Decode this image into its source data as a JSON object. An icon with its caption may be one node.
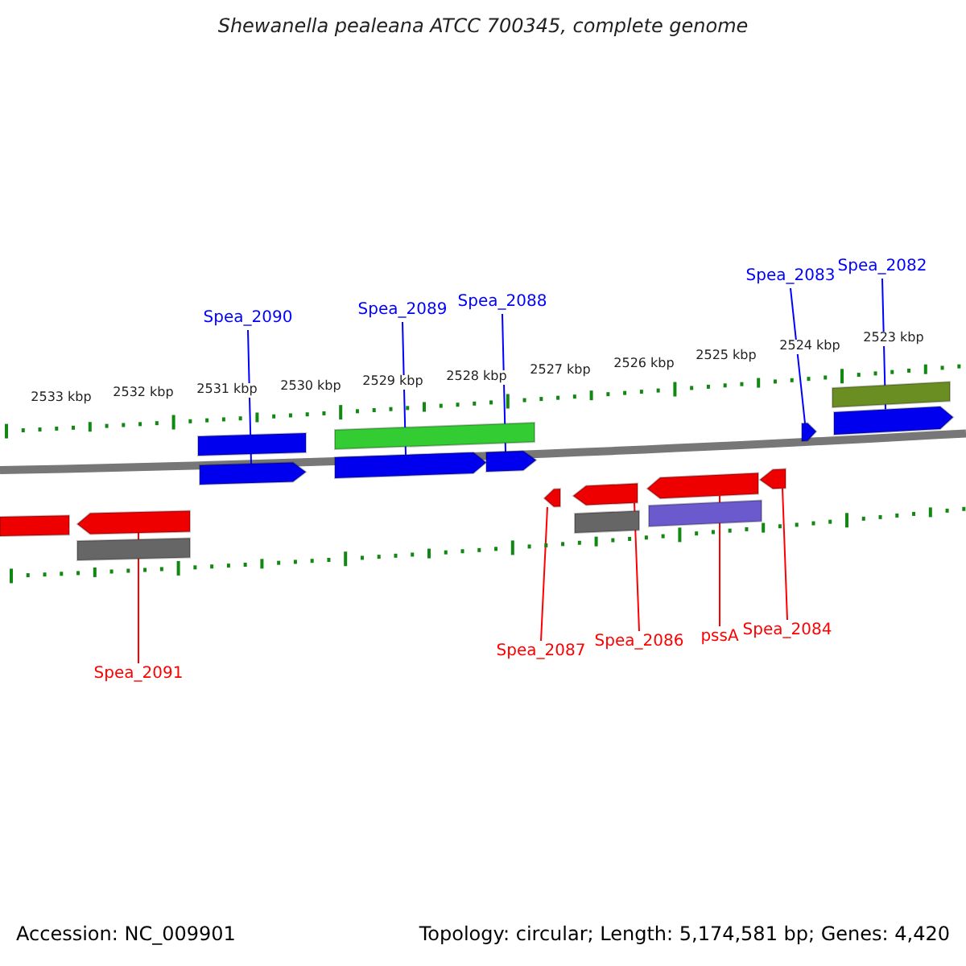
{
  "diagram": {
    "title": "Shewanella pealeana ATCC 700345, complete genome",
    "nodes": [
      {
        "text": [
          "Spea_2090"
        ]
      },
      {
        "text": [
          "Spea_2089"
        ]
      },
      {
        "text": [
          "Spea_2088"
        ]
      },
      {
        "text": [
          "Spea_2083"
        ]
      },
      {
        "text": [
          "Spea_2082"
        ]
      },
      {
        "text": [],
        "shape": "bar"
      },
      {
        "text": [],
        "shape": "bar"
      },
      {
        "text": [],
        "shape": "bar"
      },
      {
        "text": [],
        "shape": "arrow"
      },
      {
        "text": [],
        "shape": "arrow"
      },
      {
        "text": [],
        "shape": "arrow"
      },
      {
        "text": [],
        "shape": "arrow"
      },
      {
        "text": [],
        "shape": "arrow"
      },
      {
        "text": [],
        "shape": "bar"
      },
      {
        "text": [],
        "shape": "arrow"
      },
      {
        "text": [],
        "shape": "arrow"
      },
      {
        "text": [],
        "shape": "arrow"
      },
      {
        "text": [],
        "shape": "arrow"
      },
      {
        "text": [],
        "shape": "arrow"
      },
      {
        "text": [],
        "shape": "bar"
      },
      {
        "text": [],
        "shape": "bar"
      },
      {
        "text": [],
        "shape": "bar"
      },
      {
        "text": [
          "Spea_2091"
        ]
      },
      {
        "text": [
          "Spea_2087"
        ]
      },
      {
        "text": [
          "Spea_2086"
        ]
      },
      {
        "text": [
          "pssA"
        ]
      },
      {
        "text": [
          "Spea_2084"
        ]
      }
    ],
    "edges": [
      {
        "from": 0,
        "to": 8,
        "arrow": "none",
        "color": "#0000ff"
      },
      {
        "from": 1,
        "to": 9,
        "arrow": "none",
        "color": "#0000ff"
      },
      {
        "from": 2,
        "to": 10,
        "arrow": "none",
        "color": "#0000ff"
      },
      {
        "from": 3,
        "to": 11,
        "arrow": "none",
        "color": "#0000ff"
      },
      {
        "from": 4,
        "to": 12,
        "arrow": "none",
        "color": "#0000ff"
      },
      {
        "from": 22,
        "to": 14,
        "arrow": "none",
        "color": "#ff0000"
      },
      {
        "from": 23,
        "to": 15,
        "arrow": "none",
        "color": "#ff0000"
      },
      {
        "from": 24,
        "to": 16,
        "arrow": "none",
        "color": "#ff0000"
      },
      {
        "from": 25,
        "to": 17,
        "arrow": "none",
        "color": "#ff0000"
      },
      {
        "from": 26,
        "to": 18,
        "arrow": "none",
        "color": "#ff0000"
      }
    ],
    "labels": [
      "2533 kbp",
      "2532 kbp",
      "2531 kbp",
      "2530 kbp",
      "2529 kbp",
      "2528 kbp",
      "2527 kbp",
      "2526 kbp",
      "2525 kbp",
      "2524 kbp",
      "2523 kbp",
      "Accession: NC_009901",
      "Topology: circular; Length: 5,174,581 bp; Genes: 4,420"
    ]
  }
}
